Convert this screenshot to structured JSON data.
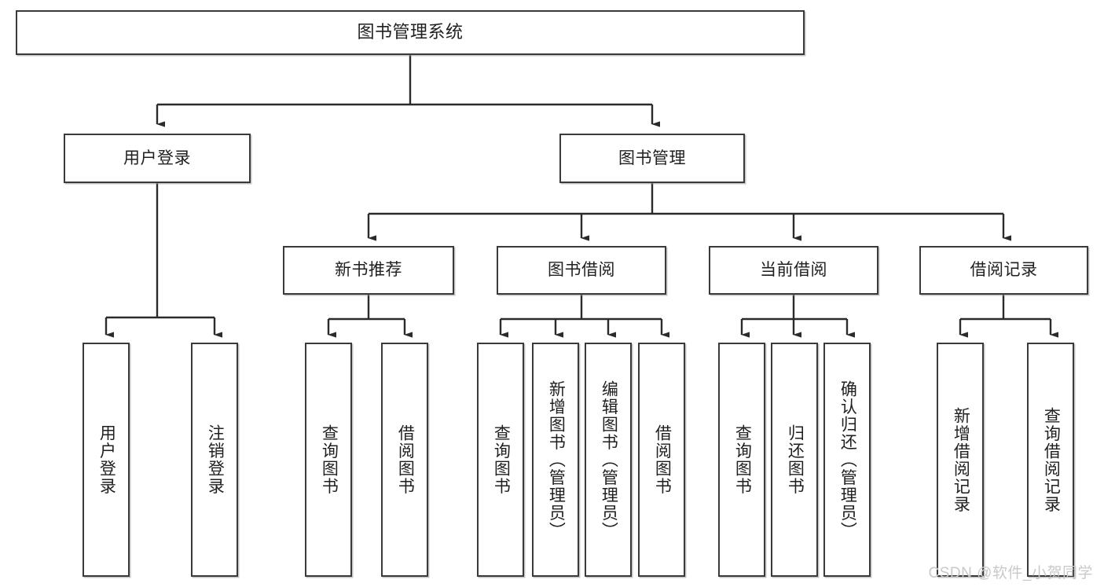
{
  "diagram": {
    "title": "图书管理系统",
    "watermark": "CSDN @软件_小贺同学",
    "line_color": "#2b2b2b",
    "box_border_color": "#3a3a3a",
    "background": "#ffffff",
    "nodes": {
      "root": {
        "label": "图书管理系统"
      },
      "level1": [
        {
          "id": "user-login",
          "label": "用户登录"
        },
        {
          "id": "book-manage",
          "label": "图书管理"
        }
      ],
      "level2": [
        {
          "id": "new-book-recommend",
          "label": "新书推荐"
        },
        {
          "id": "book-borrow",
          "label": "图书借阅"
        },
        {
          "id": "current-borrow",
          "label": "当前借阅"
        },
        {
          "id": "borrow-record",
          "label": "借阅记录"
        }
      ],
      "leaves": {
        "user_login": [
          {
            "id": "leaf-user-login",
            "label": "用户登录"
          },
          {
            "id": "leaf-user-logout",
            "label": "注销登录"
          }
        ],
        "new_book_recommend": [
          {
            "id": "leaf-query-book-1",
            "label": "查询图书"
          },
          {
            "id": "leaf-borrow-book-1",
            "label": "借阅图书"
          }
        ],
        "book_borrow": [
          {
            "id": "leaf-query-book-2",
            "label": "查询图书"
          },
          {
            "id": "leaf-add-book",
            "label": "新增图书（管理员）"
          },
          {
            "id": "leaf-edit-book",
            "label": "编辑图书（管理员）"
          },
          {
            "id": "leaf-borrow-book-2",
            "label": "借阅图书"
          }
        ],
        "current_borrow": [
          {
            "id": "leaf-query-book-3",
            "label": "查询图书"
          },
          {
            "id": "leaf-return-book",
            "label": "归还图书"
          },
          {
            "id": "leaf-confirm-return",
            "label": "确认归还（管理员）"
          }
        ],
        "borrow_record": [
          {
            "id": "leaf-add-record",
            "label": "新增借阅记录"
          },
          {
            "id": "leaf-query-record",
            "label": "查询借阅记录"
          }
        ]
      }
    }
  }
}
